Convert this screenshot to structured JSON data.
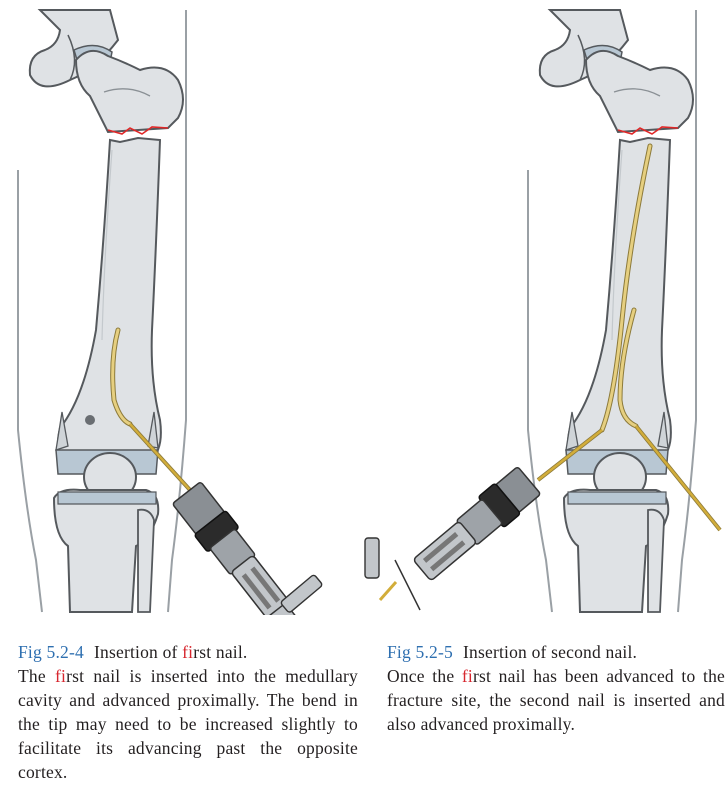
{
  "figures": [
    {
      "number": "Fig 5.2-4",
      "title_pre": "Insertion of ",
      "title_fi": "fi",
      "title_post": "rst nail.",
      "body_pre": "The ",
      "body_fi": "fi",
      "body_post": "rst nail is inserted into the medullary cavity and advanced proximally. The bend in the tip may need to be increased slightly to facilitate its advancing past the opposite cortex."
    },
    {
      "number": "Fig 5.2-5",
      "title_pre": "Insertion of second nail.",
      "body_pre": "Once the ",
      "body_fi": "fi",
      "body_post": "rst nail has been advanced to the fracture site, the second nail is inserted and also advanced proximally."
    }
  ],
  "colors": {
    "figure_number": "#2e6fb0",
    "ligature_highlight": "#d7262e",
    "bone": "#dfe2e5",
    "bone_outline": "#55595d",
    "cartilage": "#b8c7d3",
    "nail": "#e6cf80",
    "nail_wire": "#d2ad3a",
    "fracture_line": "#e02828",
    "chuck": "#2b2b2b"
  }
}
